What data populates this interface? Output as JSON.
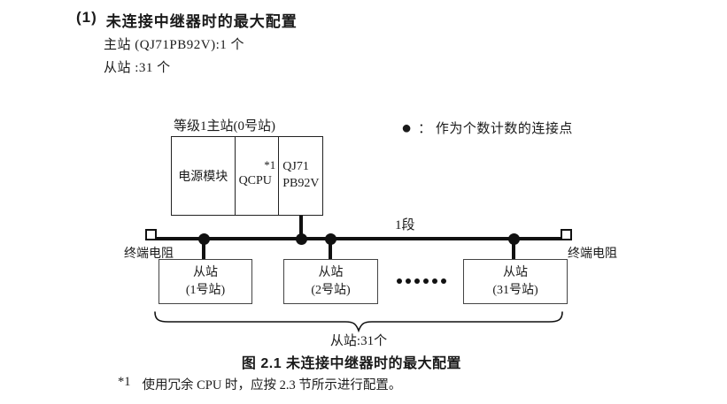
{
  "colors": {
    "ink": "#1a1a1a",
    "line": "#111111",
    "background": "#ffffff"
  },
  "header": {
    "number": "(1)",
    "title": "未连接中继器时的最大配置",
    "master_spec": "主站 (QJ71PB92V):1 个",
    "slave_spec": "从站 :31 个"
  },
  "legend": {
    "symbol": "●",
    "text": "：  作为个数计数的连接点"
  },
  "diagram": {
    "master": {
      "label": "等级1主站(0号站)",
      "power_module": "电源模块",
      "cpu": "QCPU",
      "cpu_note": "*1",
      "pb_line1": "QJ71",
      "pb_line2": "PB92V"
    },
    "bus": {
      "segment_label": "1段",
      "terminator_left_label": "终端电阻",
      "terminator_right_label": "终端电阻"
    },
    "slaves": [
      {
        "line1": "从站",
        "line2": "(1号站)"
      },
      {
        "line1": "从站",
        "line2": "(2号站)"
      },
      {
        "line1": "从站",
        "line2": "(31号站)"
      }
    ],
    "brace_label": "从站:31个"
  },
  "caption": "图 2.1 未连接中继器时的最大配置",
  "footnote": {
    "marker": "*1",
    "text": "使用冗余 CPU 时，应按 2.3 节所示进行配置。"
  }
}
